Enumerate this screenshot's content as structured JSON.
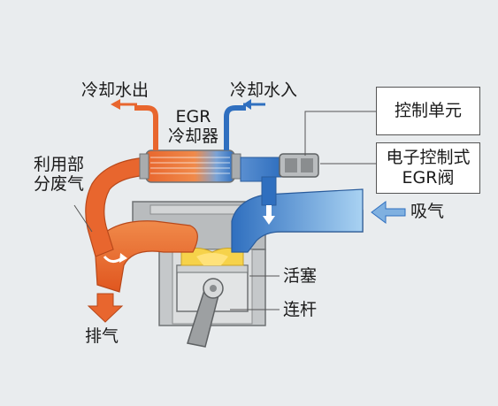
{
  "labels": {
    "cooling_water_out": "冷却水出",
    "cooling_water_in": "冷却水入",
    "egr_cooler_line1": "EGR",
    "egr_cooler_line2": "冷却器",
    "partial_exhaust_line1": "利用部",
    "partial_exhaust_line2": "分废气",
    "control_unit": "控制单元",
    "egr_valve_line1": "电子控制式",
    "egr_valve_line2": "EGR阀",
    "intake": "吸气",
    "piston": "活塞",
    "connecting_rod": "连杆",
    "exhaust": "排气"
  },
  "colors": {
    "background": "#e9ecee",
    "hot_flow": "#e8662e",
    "hot_flow_light": "#f7a86a",
    "cool_flow": "#2f6fbf",
    "cool_flow_light": "#8fc0ea",
    "engine_gray": "#b9bcbe",
    "engine_dark": "#6f7274",
    "piston_yellow": "#f6d24a"
  }
}
